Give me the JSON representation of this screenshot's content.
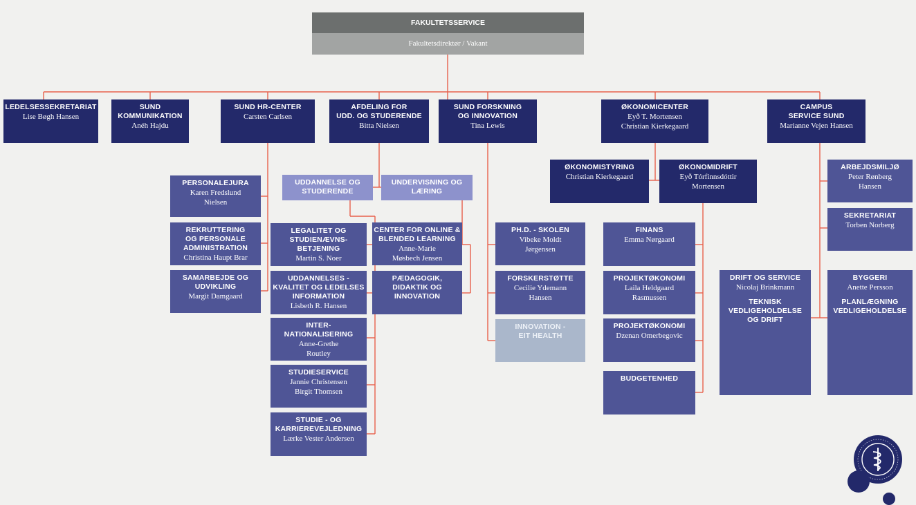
{
  "header": {
    "title": "FAKULTETSSERVICE",
    "director": "Fakultetsdirektør / Vakant"
  },
  "colors": {
    "navy": "#23296a",
    "slate": "#4f5596",
    "lavender": "#8d92cc",
    "pale_blue": "#aab7cb",
    "connector": "#e8604c",
    "header_dark": "#6c6f6e",
    "header_light": "#a2a4a3",
    "background": "#f1f1ef"
  },
  "units": [
    {
      "title": "LEDELSESSEKRETARIAT",
      "names": "Lise Bøgh Hansen"
    },
    {
      "title": "SUND\nKOMMUNIKATION",
      "names": "Anéh Hajdu"
    },
    {
      "title": "SUND HR-CENTER",
      "names": "Carsten Carlsen"
    },
    {
      "title": "AFDELING FOR\nUDD. OG STUDERENDE",
      "names": "Bitta Nielsen"
    },
    {
      "title": "SUND FORSKNING\nOG INNOVATION",
      "names": "Tina Lewis"
    },
    {
      "title": "ØKONOMICENTER",
      "names": "Eyð T. Mortensen\nChristian Kierkegaard"
    },
    {
      "title": "CAMPUS\nSERVICE SUND",
      "names": "Marianne Vejen Hansen"
    }
  ],
  "hr": [
    {
      "title": "PERSONALEJURA",
      "names": "Karen Fredslund\nNielsen"
    },
    {
      "title": "REKRUTTERING\nOG PERSONALE\nADMINISTRATION",
      "names": "Christina Haupt Brar"
    },
    {
      "title": "SAMARBEJDE OG\nUDVIKLING",
      "names": "Margit Damgaard"
    }
  ],
  "education": {
    "left_header": {
      "title": "UDDANNELSE OG\nSTUDERENDE"
    },
    "right_header": {
      "title": "UNDERVISNING OG\nLÆRING"
    },
    "left": [
      {
        "title": "LEGALITET OG\nSTUDIENÆVNS-\nBETJENING",
        "names": "Martin S. Noer"
      },
      {
        "title": "UDDANNELSES -\nKVALITET OG LEDELSES\nINFORMATION",
        "names": "Lisbeth R. Hansen"
      },
      {
        "title": "INTER-\nNATIONALISERING",
        "names": "Anne-Grethe\nRoutley"
      },
      {
        "title": "STUDIESERVICE",
        "names": "Jannie Christensen\nBirgit Thomsen"
      },
      {
        "title": "STUDIE - OG\nKARRIEREVEJLEDNING",
        "names": "Lærke Vester Andersen"
      }
    ],
    "right": [
      {
        "title": "CENTER FOR ONLINE &\nBLENDED LEARNING",
        "names": "Anne-Marie\nMøsbech Jensen"
      },
      {
        "title": "PÆDAGOGIK,\nDIDAKTIK OG\nINNOVATION",
        "names": ""
      }
    ]
  },
  "research": [
    {
      "title": "PH.D. - SKOLEN",
      "names": "Vibeke Moldt\nJørgensen"
    },
    {
      "title": "FORSKERSTØTTE",
      "names": "Cecilie Ydemann\nHansen"
    },
    {
      "title": "INNOVATION -\nEIT HEALTH",
      "names": ""
    }
  ],
  "economy": {
    "styring": {
      "title": "ØKONOMISTYRING",
      "names": "Christian Kierkegaard"
    },
    "drift": {
      "title": "ØKONOMIDRIFT",
      "names": "Eyð Tórfinnsdóttir\nMortensen"
    },
    "units": [
      {
        "title": "FINANS",
        "names": "Emma Nørgaard"
      },
      {
        "title": "PROJEKTØKONOMI",
        "names": "Laila Heldgaard\nRasmussen"
      },
      {
        "title": "PROJEKTØKONOMI",
        "names": "Dzenan Omerbegovic"
      },
      {
        "title": "BUDGETENHED",
        "names": ""
      }
    ]
  },
  "campus": {
    "drift": {
      "title": "DRIFT OG SERVICE",
      "names": "Nicolaj Brinkmann",
      "title2": "TEKNISK\nVEDLIGEHOLDELSE\nOG DRIFT"
    },
    "units": [
      {
        "title": "ARBEJDSMILJØ",
        "names": "Peter Rønberg\nHansen"
      },
      {
        "title": "SEKRETARIAT",
        "names": "Torben Norberg"
      },
      {
        "title": "BYGGERI",
        "names": "Anette Persson",
        "title2": "PLANLÆGNING\nVEDLIGEHOLDELSE"
      }
    ]
  }
}
